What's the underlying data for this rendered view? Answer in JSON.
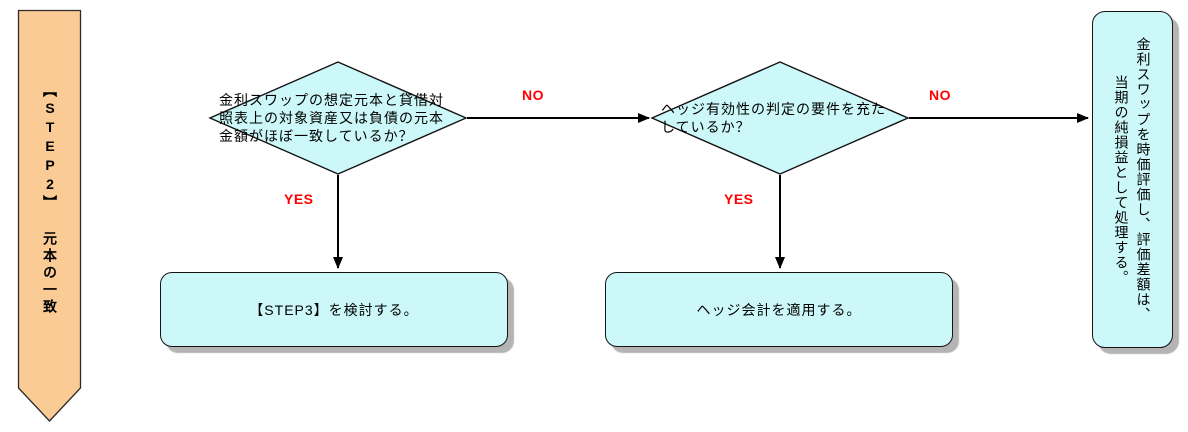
{
  "flowchart": {
    "banner": {
      "label": "【STEP2】 元本の一致"
    },
    "decision1": {
      "question": "金利スワップの想定元本と貸借対照表上の対象資産又は負債の元本金額がほぼ一致しているか？"
    },
    "decision2": {
      "question": "ヘッジ有効性の判定の要件を充たしているか？"
    },
    "result1": {
      "label": "【STEP3】を検討する。"
    },
    "result2": {
      "label": "ヘッジ会計を適用する。"
    },
    "terminal": {
      "line1": "金利スワップを時価評価し、評価差額は、",
      "line2": "当期の純損益として処理する。"
    },
    "edges": {
      "no": "NO",
      "yes": "YES"
    },
    "colors": {
      "shape_fill": "#CDF8F9",
      "banner_fill": "#FBCB96",
      "shape_border": "#141414",
      "edge_label": "#FF0000",
      "shadow": "#B4B4B4"
    }
  }
}
